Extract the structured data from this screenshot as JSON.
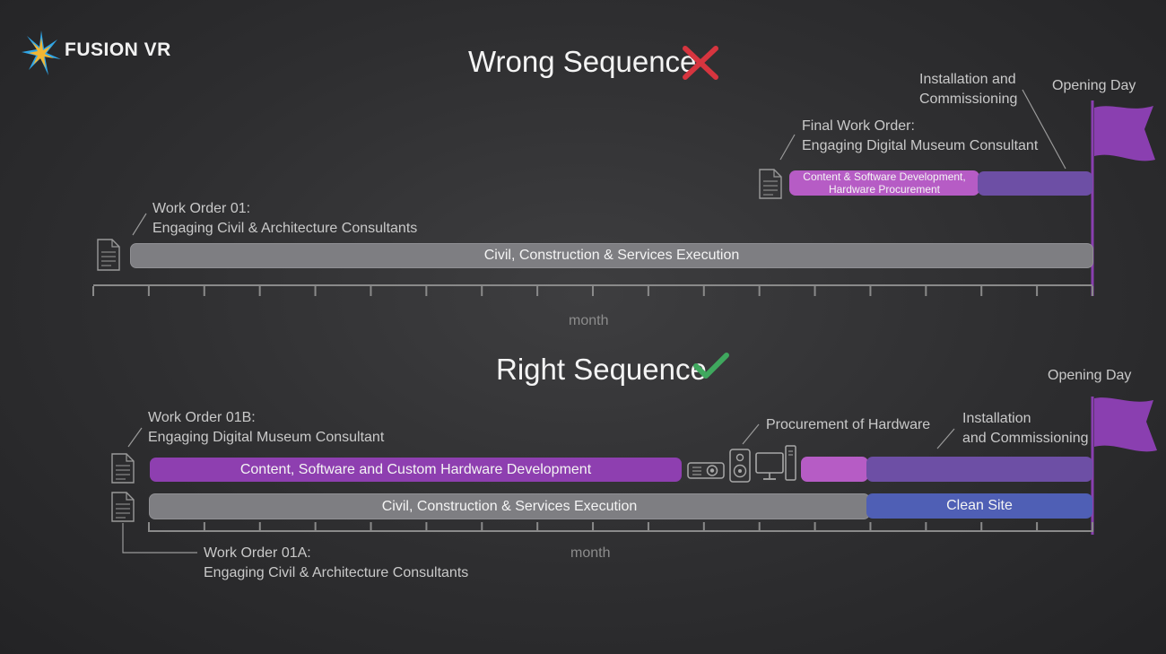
{
  "logo": {
    "text": "FUSION VR"
  },
  "wrong": {
    "title": "Wrong Sequence",
    "status_icon": "red-cross-icon",
    "work_order_01": {
      "line1": "Work Order 01:",
      "line2": "Engaging Civil & Architecture Consultants"
    },
    "final_work_order": {
      "line1": "Final Work Order:",
      "line2": "Engaging Digital Museum Consultant"
    },
    "installation": {
      "line1": "Installation and",
      "line2": "Commissioning"
    },
    "opening_day": "Opening Day",
    "bar_civil": "Civil, Construction & Services Execution",
    "bar_content": {
      "line1": "Content & Software Development,",
      "line2": "Hardware Procurement"
    },
    "axis_label": "month"
  },
  "right": {
    "title": "Right Sequence",
    "status_icon": "green-check-icon",
    "work_order_01b": {
      "line1": "Work Order 01B:",
      "line2": "Engaging Digital Museum Consultant"
    },
    "work_order_01a": {
      "line1": "Work Order 01A:",
      "line2": "Engaging Civil & Architecture Consultants"
    },
    "procurement": "Procurement of Hardware",
    "installation": {
      "line1": "Installation",
      "line2": "and Commissioning"
    },
    "opening_day": "Opening Day",
    "bar_content": "Content, Software and Custom Hardware Development",
    "bar_civil": "Civil, Construction & Services Execution",
    "bar_clean": "Clean Site",
    "axis_label": "month"
  },
  "colors": {
    "purple": "#8e3fb0",
    "pink": "#b65cc5",
    "violet": "#6d4fa5",
    "blue": "#4f5fb5",
    "gray_bar": "#7e7e82",
    "flag": "#8a3fb0",
    "cross": "#d6353f",
    "check": "#3fa85e"
  }
}
